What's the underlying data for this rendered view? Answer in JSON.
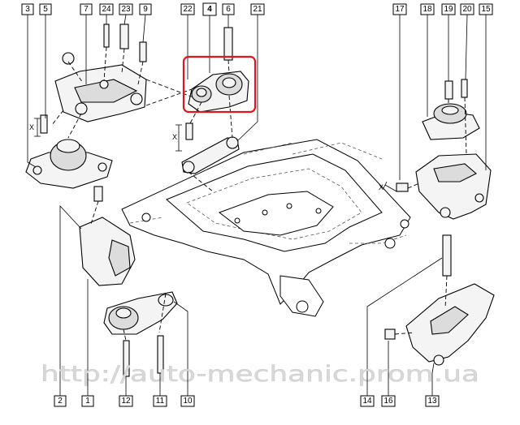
{
  "diagram": {
    "callouts_top": [
      "3",
      "5",
      "7",
      "24",
      "23",
      "9",
      "22",
      "4",
      "6",
      "21",
      "17",
      "18",
      "19",
      "20",
      "15"
    ],
    "callouts_bottom": [
      "2",
      "1",
      "12",
      "11",
      "10",
      "14",
      "16",
      "13"
    ],
    "highlighted_callout": "4",
    "dimension_label": "X",
    "watermark": "http://auto-mechanic.prom.ua",
    "highlight_color": "#e0161b"
  }
}
